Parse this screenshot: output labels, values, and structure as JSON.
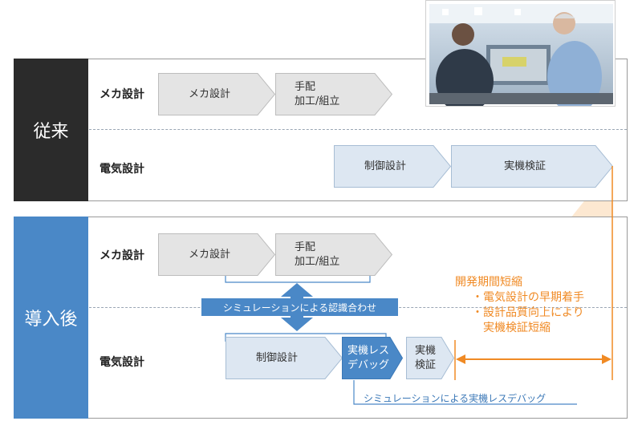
{
  "conventional": {
    "label": "従来",
    "mech_row_label": "メカ設計",
    "elec_row_label": "電気設計",
    "mech_steps": [
      "メカ設計",
      "手配\n加工/組立"
    ],
    "elec_steps": [
      "制御設計",
      "実機検証"
    ]
  },
  "introduction": {
    "label": "導入後",
    "mech_row_label": "メカ設計",
    "elec_row_label": "電気設計",
    "mech_steps": [
      "メカ設計",
      "手配\n加工/組立"
    ],
    "sync_callout": "シミュレーションによる認識合わせ",
    "elec_steps": [
      "制御設計",
      "実機レス\nデバッグ",
      "実機\n検証"
    ],
    "debug_note": "シミュレーションによる実機レスデバッグ"
  },
  "benefit": {
    "title": "開発期間短縮",
    "point_1": "・電気設計の早期着手",
    "point_2": "・設計品質向上により",
    "point_3": "実機検証短縮"
  },
  "colors": {
    "sidebar_top": "#2b2b2b",
    "sidebar_bottom": "#4a88c7",
    "accent_orange": "#f08a24",
    "gray_step": "#e4e4e4",
    "blue_step": "#dde7f2",
    "dark_blue_step": "#4a88c7"
  },
  "photo": {
    "icon": "engineers-at-workstation-photo"
  }
}
